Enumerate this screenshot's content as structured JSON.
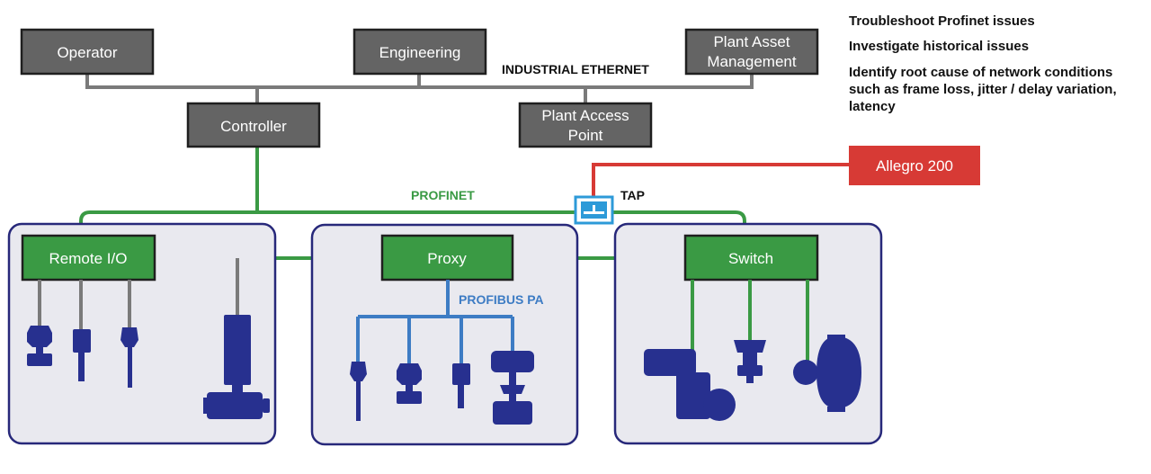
{
  "top_nodes": {
    "operator": "Operator",
    "engineering": "Engineering",
    "plant_asset_line1": "Plant Asset",
    "plant_asset_line2": "Management",
    "controller": "Controller",
    "plant_access_line1": "Plant Access",
    "plant_access_line2": "Point"
  },
  "networks": {
    "industrial_ethernet": "INDUSTRIAL ETHERNET",
    "profinet": "PROFINET",
    "profibus_pa": "PROFIBUS PA",
    "tap": "TAP"
  },
  "field_nodes": {
    "remote_io": "Remote I/O",
    "proxy": "Proxy",
    "switch": "Switch"
  },
  "analyzer": "Allegro 200",
  "notes": [
    "Troubleshoot Profinet issues",
    "Investigate historical issues",
    "Identify root cause of network conditions",
    "such as frame loss, jitter / delay variation,",
    "latency"
  ],
  "colors": {
    "gray_node": "#646464",
    "profinet_green": "#3a9a44",
    "profibus_blue": "#3d7cc4",
    "allegro_red": "#d73a35",
    "device_navy": "#27308f",
    "zone_fill": "#e9e9ef"
  },
  "icons": [
    "tap-icon",
    "transmitter-icon",
    "valve-actuator-icon",
    "motor-icon",
    "flowmeter-icon"
  ]
}
